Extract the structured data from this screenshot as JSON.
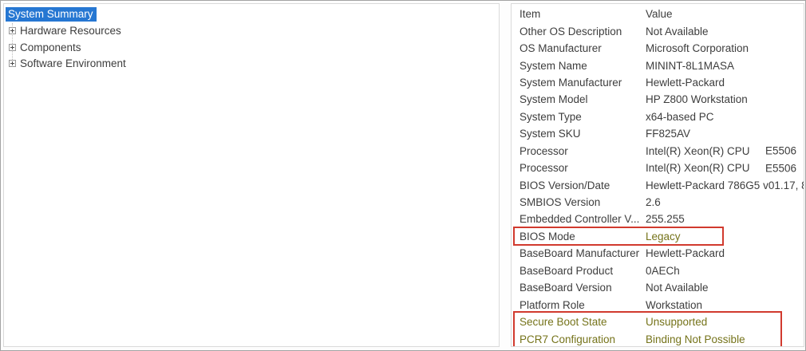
{
  "window": {
    "background": "#ffffff",
    "border_color": "#a3a3a3"
  },
  "tree": {
    "selection_color": "#2677d2",
    "selected_item": "System Summary",
    "items": [
      {
        "label": "System Summary",
        "selected": true,
        "expandable": false
      },
      {
        "label": "Hardware Resources",
        "selected": false,
        "expandable": true
      },
      {
        "label": "Components",
        "selected": false,
        "expandable": true
      },
      {
        "label": "Software Environment",
        "selected": false,
        "expandable": true
      }
    ]
  },
  "table": {
    "columns": {
      "item": "Item",
      "value": "Value"
    },
    "highlight_text_color": "#75731a",
    "rows": [
      {
        "item": "Other OS Description",
        "value": "Not Available"
      },
      {
        "item": "OS Manufacturer",
        "value": "Microsoft Corporation"
      },
      {
        "item": "System Name",
        "value": "MININT-8L1MASA"
      },
      {
        "item": "System Manufacturer",
        "value": "Hewlett-Packard"
      },
      {
        "item": "System Model",
        "value": "HP Z800 Workstation"
      },
      {
        "item": "System Type",
        "value": "x64-based PC"
      },
      {
        "item": "System SKU",
        "value": "FF825AV"
      },
      {
        "item": "Processor",
        "value": "Intel(R) Xeon(R) CPU",
        "value2": "E5506"
      },
      {
        "item": "Processor",
        "value": "Intel(R) Xeon(R) CPU",
        "value2": "E5506"
      },
      {
        "item": "BIOS Version/Date",
        "value": "Hewlett-Packard 786G5 v01.17, 8/"
      },
      {
        "item": "SMBIOS Version",
        "value": "2.6"
      },
      {
        "item": "Embedded Controller V...",
        "value": "255.255"
      },
      {
        "item": "BIOS Mode",
        "value": "Legacy",
        "highlight": "value"
      },
      {
        "item": "BaseBoard Manufacturer",
        "value": "Hewlett-Packard"
      },
      {
        "item": "BaseBoard Product",
        "value": "0AECh"
      },
      {
        "item": "BaseBoard Version",
        "value": "Not Available"
      },
      {
        "item": "Platform Role",
        "value": "Workstation"
      },
      {
        "item": "Secure Boot State",
        "value": "Unsupported",
        "highlight": "row"
      },
      {
        "item": "PCR7 Configuration",
        "value": "Binding Not Possible",
        "highlight": "row"
      }
    ]
  },
  "annotations": {
    "box_color": "#d13a2e",
    "boxes": [
      {
        "name": "bios-mode-highlight-box"
      },
      {
        "name": "secure-boot-highlight-box"
      }
    ]
  }
}
